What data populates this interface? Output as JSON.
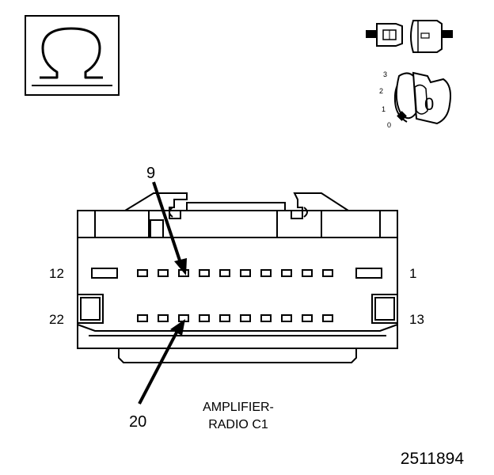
{
  "meter": {
    "symbol": "Ω",
    "icon": "ohmmeter-symbol-icon"
  },
  "connector_icon": "disconnected-connector-icon",
  "ignition": {
    "positions": [
      "3",
      "2",
      "1",
      "0"
    ],
    "key_label": "0",
    "icon": "ignition-key-icon"
  },
  "connector": {
    "name": "AMPLIFIER-\nRADIO C1",
    "name_line1": "AMPLIFIER-",
    "name_line2": "RADIO C1",
    "top_row_left_pin": "12",
    "top_row_right_pin": "1",
    "bottom_row_left_pin": "22",
    "bottom_row_right_pin": "13",
    "callout_top": "9",
    "callout_bottom": "20"
  },
  "figure_number": "2511894"
}
